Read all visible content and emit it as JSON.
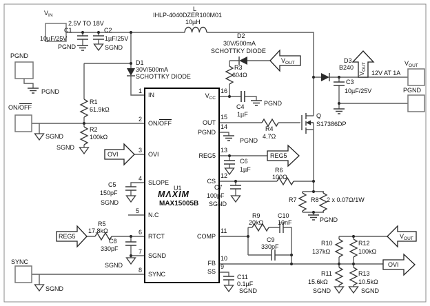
{
  "diagram": {
    "ic": {
      "ref": "U1",
      "logo": "MΛXIM",
      "part": "MAX15005B",
      "pins_left": [
        {
          "num": "1",
          "name": "IN"
        },
        {
          "num": "2",
          "name": "ON/OFF"
        },
        {
          "num": "3",
          "name": "OVI"
        },
        {
          "num": "4",
          "name": "SLOPE"
        },
        {
          "num": "5",
          "name": "N.C"
        },
        {
          "num": "6",
          "name": "RTCT"
        },
        {
          "num": "7",
          "name": "SGND"
        },
        {
          "num": "8",
          "name": "SYNC"
        }
      ],
      "pins_right": [
        {
          "num": "16",
          "name": "VCC"
        },
        {
          "num": "15",
          "name": "OUT"
        },
        {
          "num": "14",
          "name": "PGND"
        },
        {
          "num": "13",
          "name": "REG5"
        },
        {
          "num": "12",
          "name": "CS"
        },
        {
          "num": "11",
          "name": "COMP"
        },
        {
          "num": "10",
          "name": "FB"
        },
        {
          "num": "9",
          "name": "SS"
        }
      ]
    },
    "terminals": {
      "vin_note": "2.5V TO 18V",
      "vout_note": "12V AT 1A",
      "sync": "SYNC"
    },
    "nets": {
      "ovi": "OVI",
      "reg5": "REG5",
      "sgnd": "SGND",
      "pgnd": "PGND"
    },
    "sub": {
      "v": "V",
      "in": "IN",
      "out": "OUT",
      "cc": "CC",
      "on": "ON/",
      "off": "OFF"
    },
    "components": {
      "c1": {
        "ref": "C1",
        "value": "10µF/25V"
      },
      "c2": {
        "ref": "C2",
        "value": "1µF/25V"
      },
      "c3": {
        "ref": "C3",
        "value": "10µF/25V"
      },
      "c4": {
        "ref": "C4",
        "value": "1µF"
      },
      "c5": {
        "ref": "C5",
        "value": "150pF"
      },
      "c6": {
        "ref": "C6",
        "value": "1µF"
      },
      "c7": {
        "ref": "C7",
        "value": "100pF"
      },
      "c8": {
        "ref": "C8",
        "value": "330pF"
      },
      "c9": {
        "ref": "C9",
        "value": "330pF"
      },
      "c10": {
        "ref": "C10",
        "value": "10nF"
      },
      "c11": {
        "ref": "C11",
        "value": "0.1µF"
      },
      "r1": {
        "ref": "R1",
        "value": "61.9kΩ"
      },
      "r2": {
        "ref": "R2",
        "value": "100kΩ"
      },
      "r3": {
        "ref": "R3",
        "value": "604Ω"
      },
      "r4": {
        "ref": "R4",
        "value": "4.7Ω"
      },
      "r5": {
        "ref": "R5",
        "value": "17.8kΩ"
      },
      "r6": {
        "ref": "R6",
        "value": "100Ω"
      },
      "r7": {
        "ref": "R7"
      },
      "r8": {
        "ref": "R8",
        "value": "2 x 0.07Ω/1W"
      },
      "r9": {
        "ref": "R9",
        "value": "20kΩ"
      },
      "r10": {
        "ref": "R10",
        "value": "137kΩ"
      },
      "r11": {
        "ref": "R11",
        "value": "15.6kΩ"
      },
      "r12": {
        "ref": "R12",
        "value": "100kΩ"
      },
      "r13": {
        "ref": "R13",
        "value": "10.5kΩ"
      },
      "d1": {
        "ref": "D1",
        "rating": "30V/500mA",
        "type": "SCHOTTKY DIODE"
      },
      "d2": {
        "ref": "D2",
        "rating": "30V/500mA",
        "type": "SCHOTTKY DIODE"
      },
      "d3": {
        "ref": "D3",
        "value": "B240"
      },
      "l": {
        "ref": "L",
        "part": "IHLP-4040DZER100M01",
        "value": "10µH"
      },
      "q": {
        "ref": "Q",
        "part": "S17386DP"
      }
    }
  }
}
